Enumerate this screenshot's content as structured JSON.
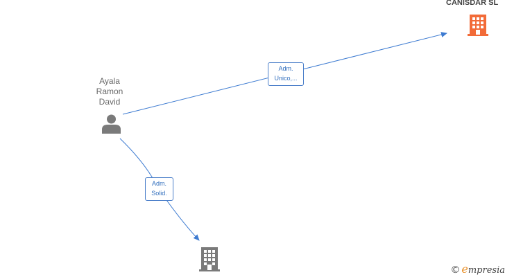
{
  "nodes": {
    "person": {
      "label": "Ayala\nRamon\nDavid",
      "icon": "person-icon",
      "color": "#7a7a7a"
    },
    "company_top": {
      "label": "CANISDAR  SL",
      "icon": "building-icon",
      "color": "#f26b38"
    },
    "company_bottom": {
      "label": "",
      "icon": "building-icon",
      "color": "#7a7a7a"
    }
  },
  "edges": {
    "edge_top": {
      "label": "Adm.\nUnico,..."
    },
    "edge_bottom": {
      "label": "Adm.\nSolid."
    }
  },
  "colors": {
    "edge": "#3d7bd1"
  },
  "watermark": {
    "copyright": "©",
    "brand_initial": "e",
    "brand_rest": "mpresia"
  }
}
